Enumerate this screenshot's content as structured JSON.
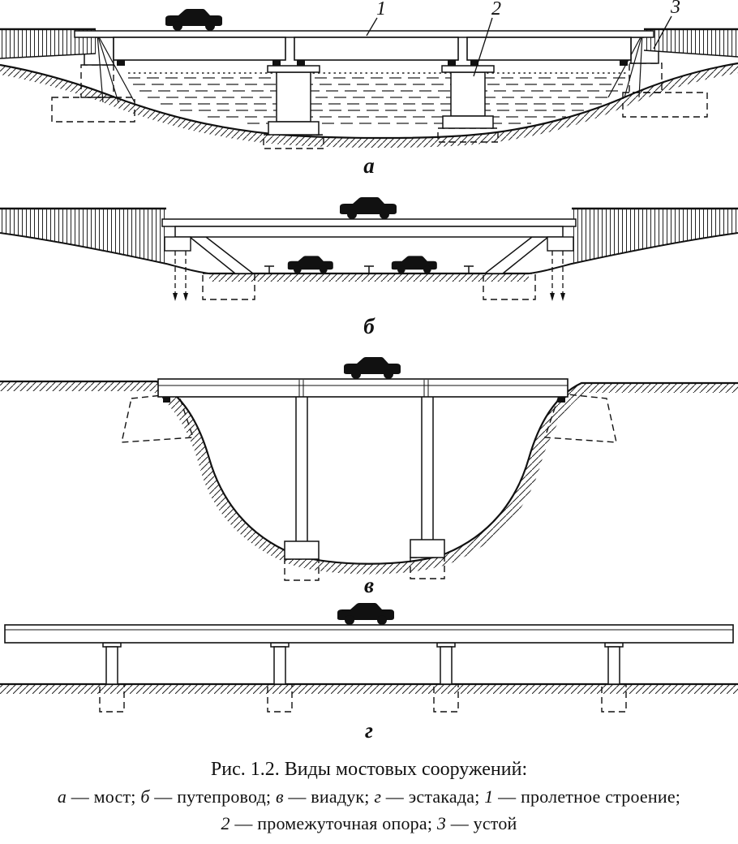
{
  "figure": {
    "caption": "Рис. 1.2. Виды мостовых сооружений:",
    "legend_line1": [
      {
        "t": "а",
        "i": true
      },
      {
        "t": " — мост; ",
        "i": false
      },
      {
        "t": "б",
        "i": true
      },
      {
        "t": " — путепровод; ",
        "i": false
      },
      {
        "t": "в",
        "i": true
      },
      {
        "t": " — виадук; ",
        "i": false
      },
      {
        "t": "г",
        "i": true
      },
      {
        "t": " — эстакада; ",
        "i": false
      },
      {
        "t": "1",
        "i": true
      },
      {
        "t": " — пролетное строение;",
        "i": false
      }
    ],
    "legend_line2": [
      {
        "t": "2",
        "i": true
      },
      {
        "t": " — промежуточная опора; ",
        "i": false
      },
      {
        "t": "3",
        "i": true
      },
      {
        "t": " — устой",
        "i": false
      }
    ]
  },
  "panels": {
    "a": {
      "label": "а"
    },
    "b": {
      "label": "б"
    },
    "v": {
      "label": "в"
    },
    "g": {
      "label": "г"
    }
  },
  "callouts": {
    "n1": "1",
    "n2": "2",
    "n3": "3"
  }
}
